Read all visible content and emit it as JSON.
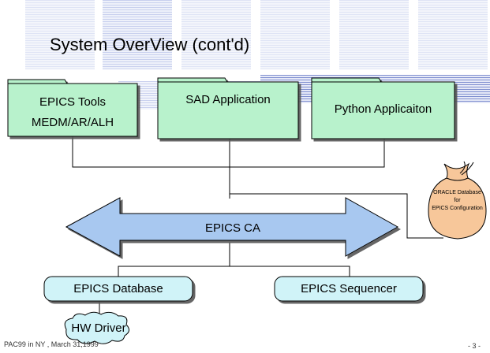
{
  "title": "System OverView (cont'd)",
  "nodes": {
    "epics_tools_line1": "EPICS Tools",
    "epics_tools_line2": "MEDM/AR/ALH",
    "sad_application": "SAD Application",
    "python_application": "Python Applicaiton",
    "oracle_line1": "ORACLE Database",
    "oracle_line2": "for",
    "oracle_line3": "EPICS Configuration",
    "epics_ca": "EPICS CA",
    "epics_database": "EPICS Database",
    "epics_sequencer": "EPICS Sequencer",
    "hw_driver": "HW Driver"
  },
  "footer": "PAC99 in NY , March 31,1999",
  "page_number": "- 3 -",
  "colors": {
    "folder_fill": "#b8f2cc",
    "box_fill": "#d0f3f8",
    "arrow_fill": "#a8c8f0",
    "bag_fill": "#f7c79a"
  }
}
